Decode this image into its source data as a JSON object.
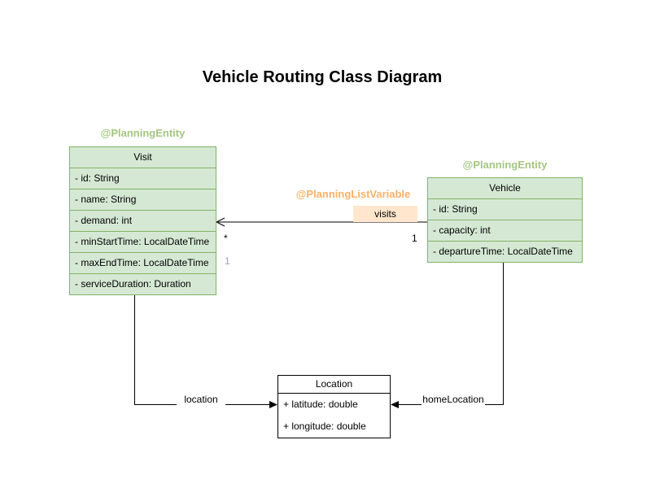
{
  "title": "Vehicle Routing Class Diagram",
  "colors": {
    "class_fill": "#d5e8d4",
    "class_border": "#82b366",
    "annotation_green": "#a4c681",
    "annotation_orange": "#fbb167",
    "label_fill": "#ffe6cc",
    "faded_label": "#9e9eb3",
    "line_color": "#000000"
  },
  "classes": {
    "visit": {
      "annotation": "@PlanningEntity",
      "name": "Visit",
      "attributes": [
        "- id: String",
        "- name: String",
        "- demand: int",
        "- minStartTime: LocalDateTime",
        "- maxEndTime: LocalDateTime",
        "- serviceDuration: Duration"
      ]
    },
    "vehicle": {
      "annotation": "@PlanningEntity",
      "name": "Vehicle",
      "attributes": [
        "- id: String",
        "- capacity: int",
        "- departureTime: LocalDateTime"
      ]
    },
    "location": {
      "name": "Location",
      "attributes": [
        "+ latitude: double",
        "+ longitude: double"
      ]
    }
  },
  "associations": {
    "visits": {
      "annotation": "@PlanningListVariable",
      "label": "visits",
      "source_multiplicity": "1",
      "target_multiplicity": "*",
      "faded_multiplicity": "1"
    },
    "location": {
      "label": "location"
    },
    "homeLocation": {
      "label": "homeLocation"
    }
  }
}
